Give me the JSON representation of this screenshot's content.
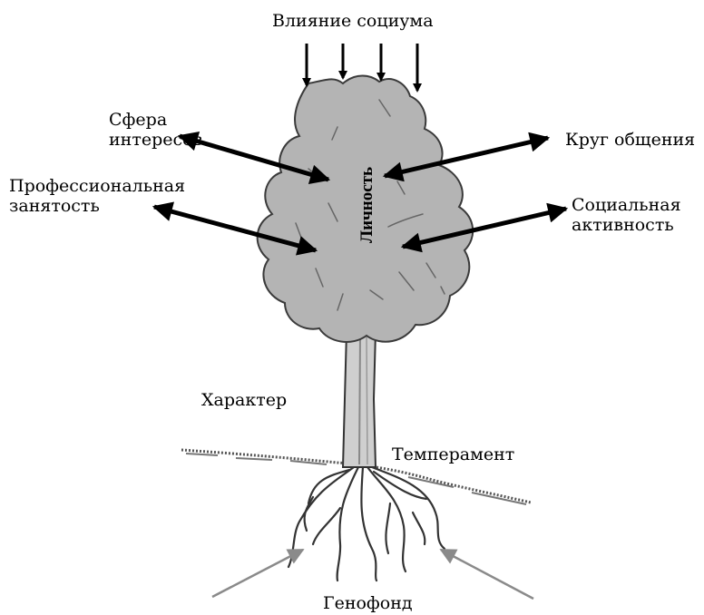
{
  "labels": {
    "top": "Влияние социума",
    "interests": [
      "Сфера",
      "интересов"
    ],
    "circle": "Круг общения",
    "professional": [
      "Профессиональная",
      "занятость"
    ],
    "social": [
      "Социальная",
      "активность"
    ],
    "center": "Личность",
    "character": "Характер",
    "temperament": "Темперамент",
    "genepool": "Генофонд"
  },
  "colors": {
    "crown": "#b4b4b4",
    "crown_edge": "#3a3a3a",
    "trunk": "#c8c8c8",
    "arrow": "#000000",
    "genepool_arrow": "#8a8a8a"
  }
}
